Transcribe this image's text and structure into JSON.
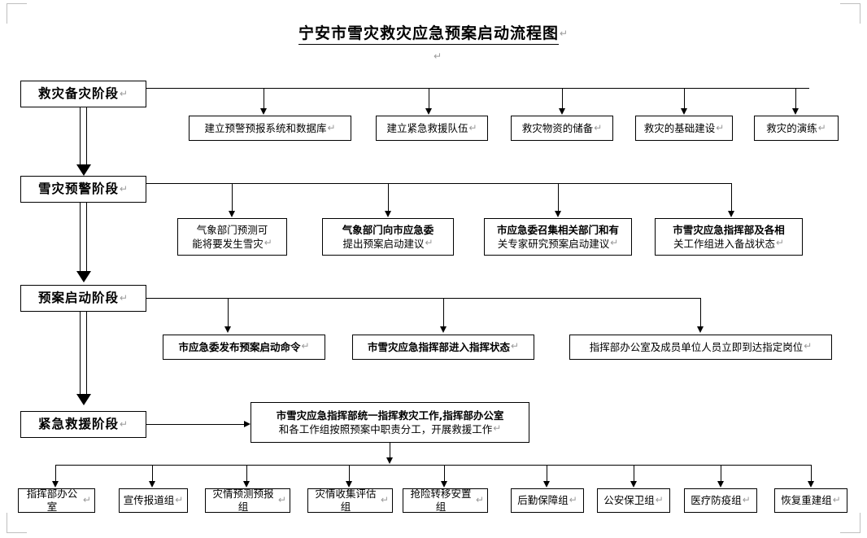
{
  "document": {
    "title": "宁安市雪灾救灾应急预案启动流程图",
    "paragraph_mark": "↵"
  },
  "chart_data": {
    "type": "diagram",
    "title": "宁安市雪灾救灾应急预案启动流程图",
    "orientation": "top-down",
    "stages": [
      {
        "id": "stage1",
        "label": "救灾备灾阶段"
      },
      {
        "id": "stage2",
        "label": "雪灾预警阶段"
      },
      {
        "id": "stage3",
        "label": "预案启动阶段"
      },
      {
        "id": "stage4",
        "label": "紧急救援阶段"
      }
    ]
  },
  "stages": {
    "stage1": {
      "label": "救灾备灾阶段"
    },
    "stage2": {
      "label": "雪灾预警阶段"
    },
    "stage3": {
      "label": "预案启动阶段"
    },
    "stage4": {
      "label": "紧急救援阶段"
    }
  },
  "row1": {
    "items": [
      {
        "label": "建立预警预报系统和数据库"
      },
      {
        "label": "建立紧急救援队伍"
      },
      {
        "label": "救灾物资的储备"
      },
      {
        "label": "救灾的基础建设"
      },
      {
        "label": "救灾的演练"
      }
    ]
  },
  "row2": {
    "items": [
      {
        "line1": "气象部门预测可",
        "line2": "能将要发生雪灾"
      },
      {
        "line1": "气象部门向市应急委",
        "line2": "提出预案启动建议"
      },
      {
        "line1": "市应急委召集相关部门和有",
        "line2": "关专家研究预案启动建议"
      },
      {
        "line1": "市雪灾应急指挥部及各相",
        "line2": "关工作组进入备战状态"
      }
    ]
  },
  "row3": {
    "items": [
      {
        "label": "市应急委发布预案启动命令"
      },
      {
        "label": "市雪灾应急指挥部进入指挥状态"
      },
      {
        "label": "指挥部办公室及成员单位人员立即到达指定岗位"
      }
    ]
  },
  "command_box": {
    "line1": "市雪灾应急指挥部统一指挥救灾工作,指挥部办公室",
    "line2": "和各工作组按照预案中职责分工，开展救援工作"
  },
  "row4": {
    "items": [
      {
        "label": "指挥部办公室"
      },
      {
        "label": "宣传报道组"
      },
      {
        "label": "灾情预测预报组"
      },
      {
        "label": "灾情收集评估组"
      },
      {
        "label": "抢险转移安置组"
      },
      {
        "label": "后勤保障组"
      },
      {
        "label": "公安保卫组"
      },
      {
        "label": "医疗防疫组"
      },
      {
        "label": "恢复重建组"
      }
    ]
  },
  "colors": {
    "line": "#000000",
    "background": "#ffffff",
    "corner_mark": "#bfbfbf",
    "pilcrow": "#9a9a9a"
  }
}
